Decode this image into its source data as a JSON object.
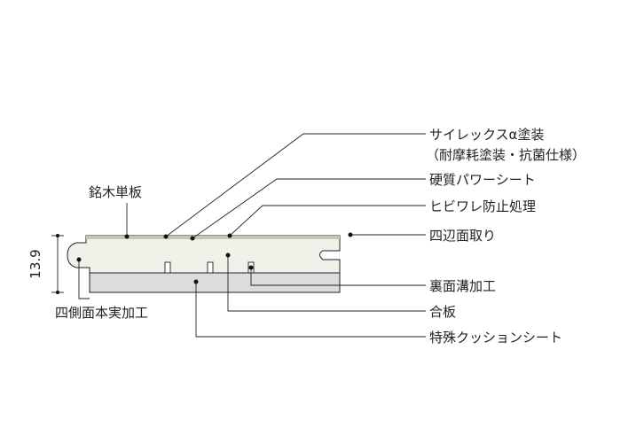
{
  "labels": {
    "coating_line1": "サイレックスα塗装",
    "coating_line2": "（耐摩耗塗装・抗菌仕様）",
    "power_sheet": "硬質パワーシート",
    "crack_prevention": "ヒビワレ防止処理",
    "bevel": "四辺面取り",
    "veneer": "銘木単板",
    "back_groove": "裏面溝加工",
    "plywood": "合板",
    "cushion_sheet": "特殊クッションシート",
    "tongue_groove": "四側面本実加工"
  },
  "thickness": "13.9",
  "colors": {
    "board_fill": "#f1f1ea",
    "cushion_fill": "#dcdcdc",
    "surface_fill": "#c9c5b4",
    "line": "#222222"
  }
}
